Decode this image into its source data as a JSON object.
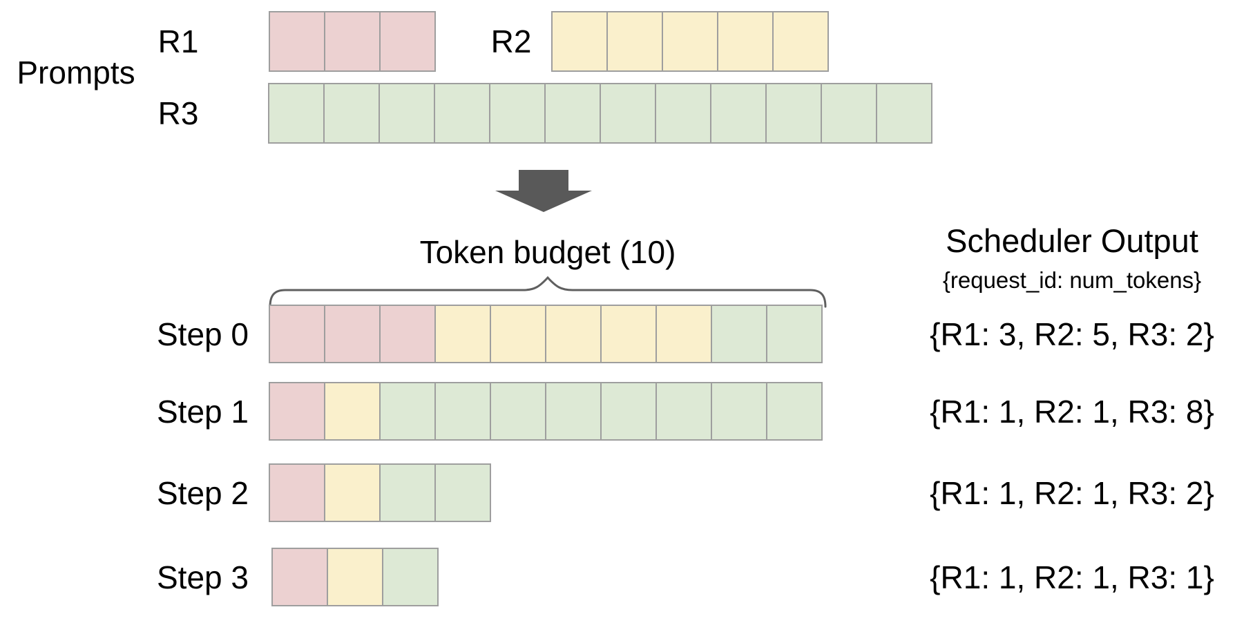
{
  "prompts": {
    "section_label": "Prompts",
    "rows": [
      {
        "id": "R1",
        "label": "R1",
        "num_tokens": 3
      },
      {
        "id": "R2",
        "label": "R2",
        "num_tokens": 5
      },
      {
        "id": "R3",
        "label": "R3",
        "num_tokens": 12
      }
    ]
  },
  "token_budget": {
    "label": "Token budget (10)",
    "budget": 10
  },
  "scheduler_output": {
    "title": "Scheduler Output",
    "subtitle": "{request_id: num_tokens}"
  },
  "steps": [
    {
      "label": "Step 0",
      "allocations": [
        {
          "request_id": "R1",
          "num_tokens": 3
        },
        {
          "request_id": "R2",
          "num_tokens": 5
        },
        {
          "request_id": "R3",
          "num_tokens": 2
        }
      ],
      "output": "{R1: 3, R2: 5, R3: 2}"
    },
    {
      "label": "Step 1",
      "allocations": [
        {
          "request_id": "R1",
          "num_tokens": 1
        },
        {
          "request_id": "R2",
          "num_tokens": 1
        },
        {
          "request_id": "R3",
          "num_tokens": 8
        }
      ],
      "output": "{R1: 1, R2: 1, R3: 8}"
    },
    {
      "label": "Step 2",
      "allocations": [
        {
          "request_id": "R1",
          "num_tokens": 1
        },
        {
          "request_id": "R2",
          "num_tokens": 1
        },
        {
          "request_id": "R3",
          "num_tokens": 2
        }
      ],
      "output": "{R1: 1, R2: 1, R3: 2}"
    },
    {
      "label": "Step 3",
      "allocations": [
        {
          "request_id": "R1",
          "num_tokens": 1
        },
        {
          "request_id": "R2",
          "num_tokens": 1
        },
        {
          "request_id": "R3",
          "num_tokens": 1
        }
      ],
      "output": "{R1: 1, R2: 1, R3: 1}"
    }
  ],
  "icons": {
    "flow_arrow": "down-arrow",
    "budget_bracket": "curly-brace"
  },
  "colors": {
    "r1_fill": "#ecd1d1",
    "r2_fill": "#faf0cc",
    "r3_fill": "#dde9d5",
    "cell_border": "#9e9e9e",
    "arrow": "#595959",
    "brace": "#5f5f5f",
    "text": "#000000",
    "background": "#ffffff"
  }
}
